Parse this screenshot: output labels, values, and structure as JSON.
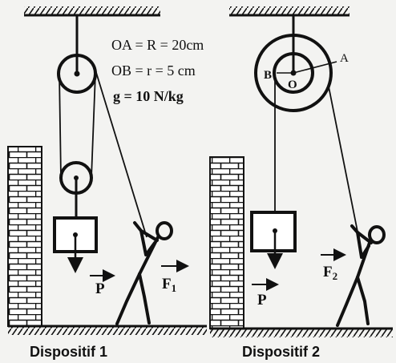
{
  "labels": {
    "oa": "OA = R = 20cm",
    "ob": "OB = r = 5 cm",
    "g": "g = 10 N/kg",
    "point_a": "A",
    "point_b": "B",
    "point_o": "O",
    "weight_1": "P",
    "weight_2": "P",
    "force_1": "F",
    "force_1_sub": "1",
    "force_2": "F",
    "force_2_sub": "2",
    "caption_1": "Dispositif 1",
    "caption_2": "Dispositif 2"
  },
  "colors": {
    "ink": "#111111",
    "paper": "#f3f3f1",
    "brick_fill": "#ffffff"
  }
}
